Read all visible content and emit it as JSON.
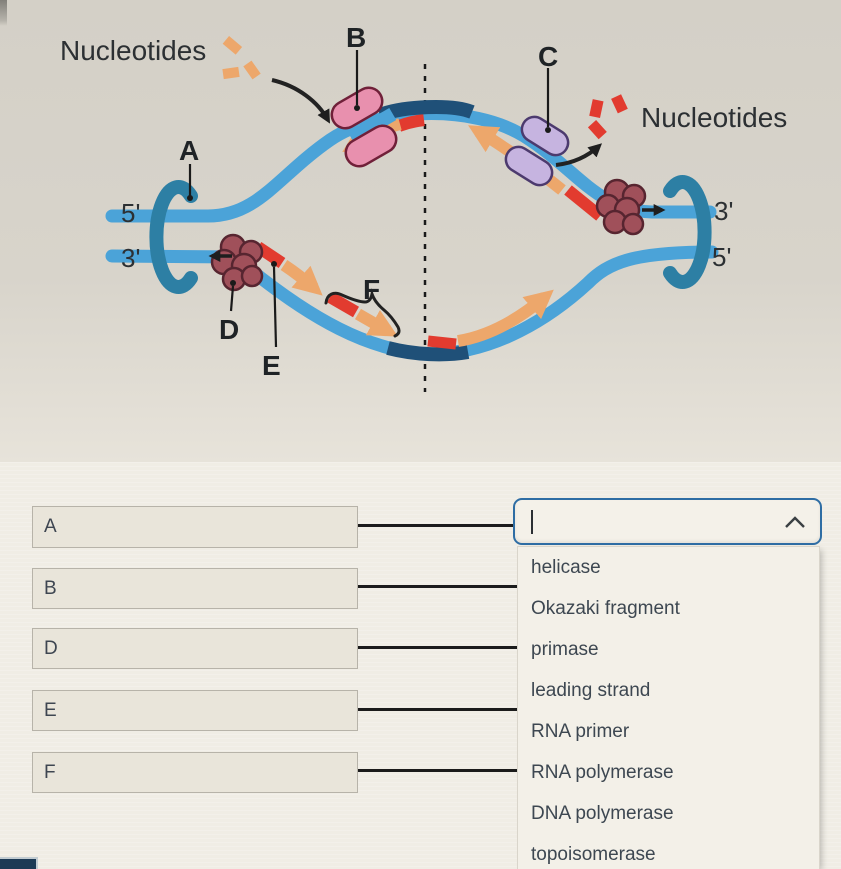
{
  "diagram": {
    "nucleotides_label_left": "Nucleotides",
    "nucleotides_label_right": "Nucleotides",
    "callouts": {
      "A": "A",
      "B": "B",
      "C": "C",
      "D": "D",
      "E": "E",
      "F": "F"
    },
    "strand_ends": {
      "left_top": "5'",
      "left_bottom": "3'",
      "right_top": "3'",
      "right_bottom": "5'"
    },
    "colors": {
      "template_strand": "#4ba3d8",
      "parental_duplex": "#1f5078",
      "new_strand": "#eda76b",
      "rna_primer": "#e23b2f",
      "polymerase_pink": "#e890ae",
      "enzyme_purple": "#c6b4e0",
      "helicase_maroon": "#a0505a",
      "topoisomerase_teal": "#2d7fa4"
    }
  },
  "quiz": {
    "rows": [
      {
        "label": "A"
      },
      {
        "label": "B"
      },
      {
        "label": "D"
      },
      {
        "label": "E"
      },
      {
        "label": "F"
      }
    ],
    "dropdown": {
      "value": "",
      "accent_color": "#2e6da4",
      "options": [
        "helicase",
        "Okazaki fragment",
        "primase",
        "leading strand",
        "RNA primer",
        "RNA polymerase",
        "DNA polymerase",
        "topoisomerase"
      ]
    }
  }
}
